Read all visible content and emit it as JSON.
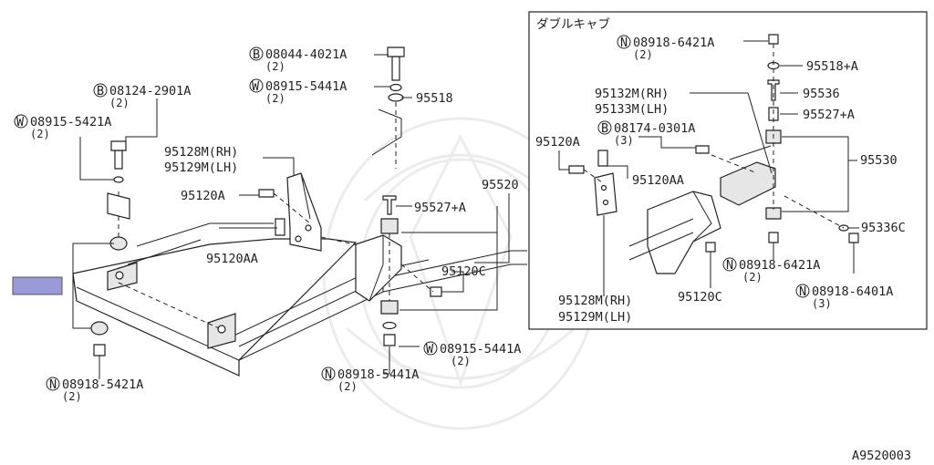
{
  "diagram_id": "A9520003",
  "inset": {
    "title": "ダブルキャブ"
  },
  "highlight_color": "#9a9ad8",
  "labels": {
    "b_08044": {
      "prefix": "B",
      "code": "08044-4021A",
      "qty": "(2)"
    },
    "w_08915_top": {
      "prefix": "W",
      "code": "08915-5441A",
      "qty": "(2)"
    },
    "p95518": {
      "code": "95518"
    },
    "b_08124": {
      "prefix": "B",
      "code": "08124-2901A",
      "qty": "(2)"
    },
    "w_08915_5421": {
      "prefix": "W",
      "code": "08915-5421A",
      "qty": "(2)"
    },
    "p95128": {
      "code": "95128M(RH)"
    },
    "p95129": {
      "code": "95129M(LH)"
    },
    "p95120A": {
      "code": "95120A"
    },
    "p95120AA": {
      "code": "95120AA"
    },
    "p95527A": {
      "code": "95527+A"
    },
    "p95520": {
      "code": "95520"
    },
    "p95120C": {
      "code": "95120C"
    },
    "w_08915_bottom": {
      "prefix": "W",
      "code": "08915-5441A",
      "qty": "(2)"
    },
    "n_08918_5441": {
      "prefix": "N",
      "code": "08918-5441A",
      "qty": "(2)"
    },
    "n_08918_5421": {
      "prefix": "N",
      "code": "08918-5421A",
      "qty": "(2)"
    },
    "in_n_08918_6421_top": {
      "prefix": "N",
      "code": "08918-6421A",
      "qty": "(2)"
    },
    "in_95518A": {
      "code": "95518+A"
    },
    "in_95132": {
      "code": "95132M(RH)"
    },
    "in_95133": {
      "code": "95133M(LH)"
    },
    "in_95536": {
      "code": "95536"
    },
    "in_95527A": {
      "code": "95527+A"
    },
    "in_b_08174": {
      "prefix": "B",
      "code": "08174-0301A",
      "qty": "(3)"
    },
    "in_95120A": {
      "code": "95120A"
    },
    "in_95120AA": {
      "code": "95120AA"
    },
    "in_95530": {
      "code": "95530"
    },
    "in_95336C": {
      "code": "95336C"
    },
    "in_n_08918_6421_bot": {
      "prefix": "N",
      "code": "08918-6421A",
      "qty": "(2)"
    },
    "in_n_08918_6401": {
      "prefix": "N",
      "code": "08918-6401A",
      "qty": "(3)"
    },
    "in_95120C": {
      "code": "95120C"
    },
    "in_95128": {
      "code": "95128M(RH)"
    },
    "in_95129": {
      "code": "95129M(LH)"
    }
  }
}
